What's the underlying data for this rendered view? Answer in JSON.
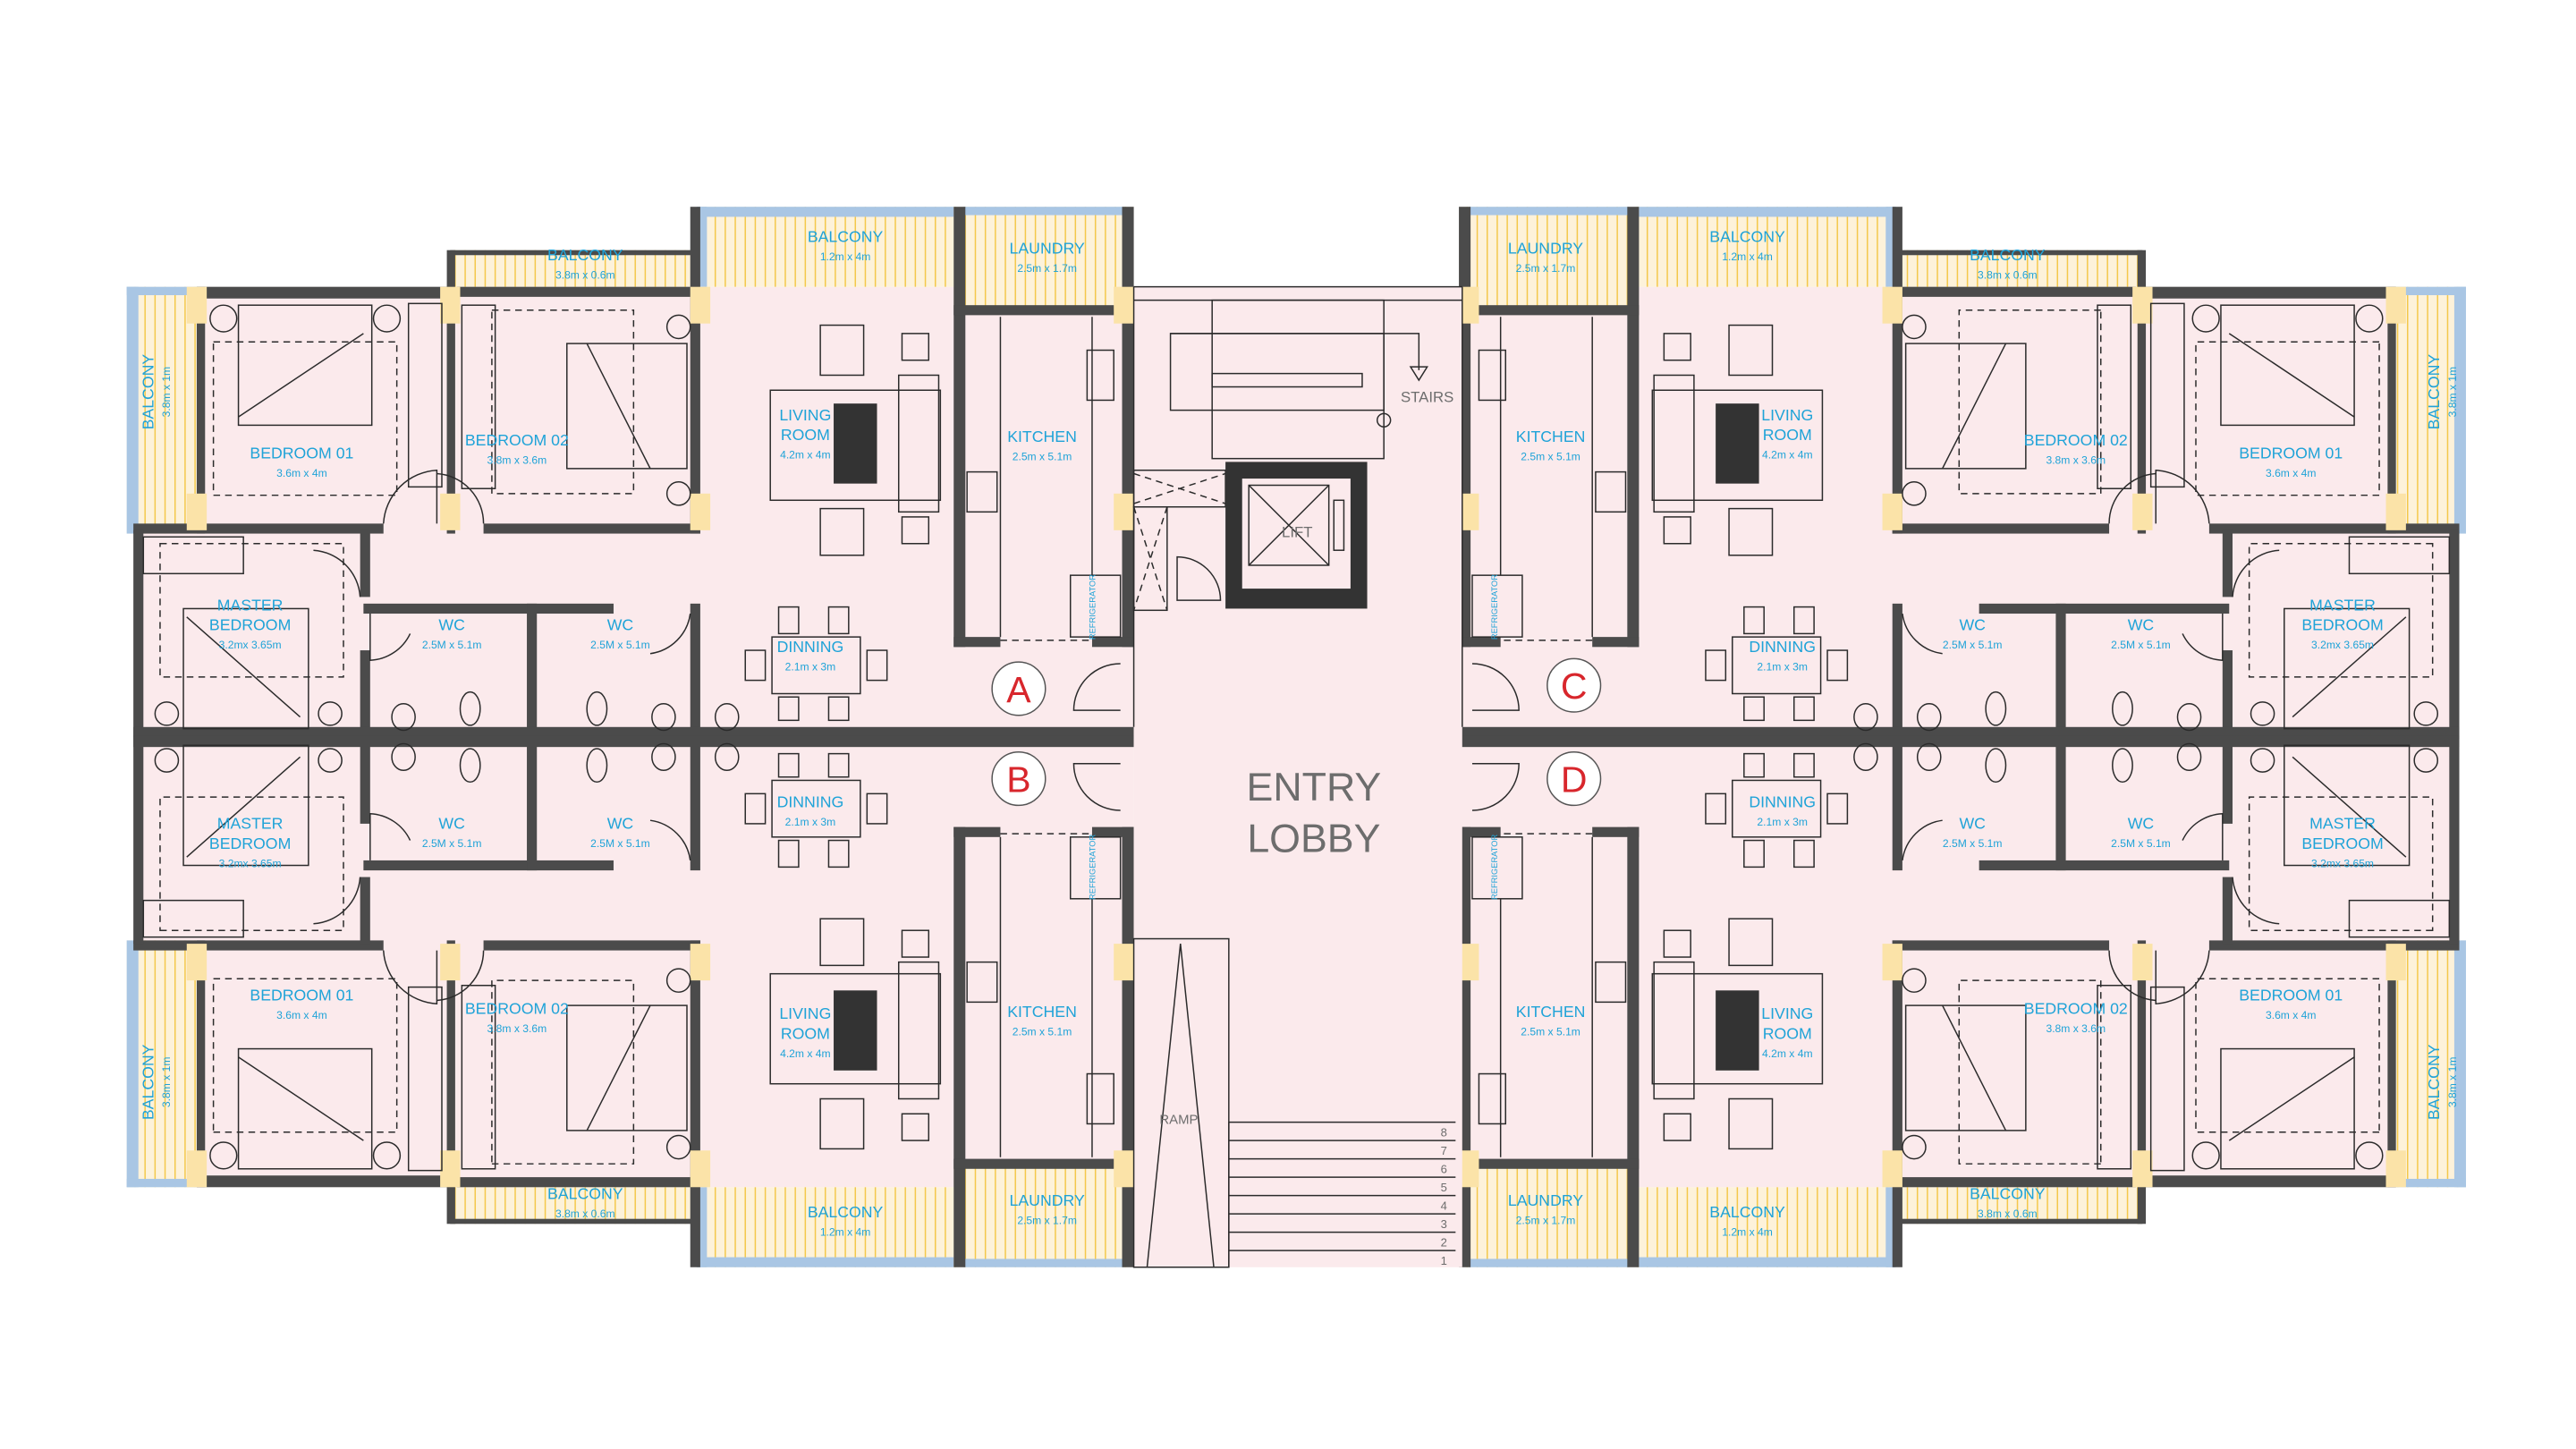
{
  "lobby": {
    "title_line1": "ENTRY",
    "title_line2": "LOBBY",
    "stairs_label": "STAIRS",
    "lift_label": "LIFT",
    "ramp_label": "RAMP",
    "step_numbers": [
      "8",
      "7",
      "6",
      "5",
      "4",
      "3",
      "2",
      "1"
    ]
  },
  "colors": {
    "wall": "#4b4b4b",
    "floor": "#fbeaec",
    "balcony_frame": "#a9c6e4",
    "balcony_stripe": "#f4c84a",
    "label": "#1fa3d8",
    "badge": "#d8262c"
  },
  "apartments": [
    {
      "label": "A",
      "rooms": [
        {
          "key": "balcony_side",
          "lines": [
            "BALCONY"
          ],
          "dim": "3.8m x 1m"
        },
        {
          "key": "bedroom01",
          "lines": [
            "BEDROOM 01"
          ],
          "dim": "3.6m x 4m"
        },
        {
          "key": "balcony_small",
          "lines": [
            "BALCONY"
          ],
          "dim": "3.8m x 0.6m"
        },
        {
          "key": "bedroom02",
          "lines": [
            "BEDROOM 02"
          ],
          "dim": "3.8m x 3.6m"
        },
        {
          "key": "balcony_large",
          "lines": [
            "BALCONY"
          ],
          "dim": "1.2m x 4m"
        },
        {
          "key": "laundry",
          "lines": [
            "LAUNDRY"
          ],
          "dim": "2.5m x 1.7m"
        },
        {
          "key": "living",
          "lines": [
            "LIVING",
            "ROOM"
          ],
          "dim": "4.2m x 4m"
        },
        {
          "key": "kitchen",
          "lines": [
            "KITCHEN"
          ],
          "dim": "2.5m x 5.1m"
        },
        {
          "key": "master",
          "lines": [
            "MASTER",
            "BEDROOM"
          ],
          "dim": "3.2mx 3.65m"
        },
        {
          "key": "wc1",
          "lines": [
            "WC"
          ],
          "dim": "2.5M x 5.1m"
        },
        {
          "key": "wc2",
          "lines": [
            "WC"
          ],
          "dim": "2.5M x 5.1m"
        },
        {
          "key": "dining",
          "lines": [
            "DINNING"
          ],
          "dim": "2.1m x 3m"
        },
        {
          "key": "fridge",
          "lines": [
            "REFRIGERATOR"
          ],
          "dim": ""
        }
      ]
    },
    {
      "label": "B",
      "rooms": [
        {
          "key": "balcony_side",
          "lines": [
            "BALCONY"
          ],
          "dim": "3.8m x 1m"
        },
        {
          "key": "bedroom01",
          "lines": [
            "BEDROOM 01"
          ],
          "dim": "3.6m x 4m"
        },
        {
          "key": "balcony_small",
          "lines": [
            "BALCONY"
          ],
          "dim": "3.8m x 0.6m"
        },
        {
          "key": "bedroom02",
          "lines": [
            "BEDROOM 02"
          ],
          "dim": "3.8m x 3.6m"
        },
        {
          "key": "balcony_large",
          "lines": [
            "BALCONY"
          ],
          "dim": "1.2m x 4m"
        },
        {
          "key": "laundry",
          "lines": [
            "LAUNDRY"
          ],
          "dim": "2.5m x 1.7m"
        },
        {
          "key": "living",
          "lines": [
            "LIVING",
            "ROOM"
          ],
          "dim": "4.2m x 4m"
        },
        {
          "key": "kitchen",
          "lines": [
            "KITCHEN"
          ],
          "dim": "2.5m x 5.1m"
        },
        {
          "key": "master",
          "lines": [
            "MASTER",
            "BEDROOM"
          ],
          "dim": "3.2mx 3.65m"
        },
        {
          "key": "wc1",
          "lines": [
            "WC"
          ],
          "dim": "2.5M x 5.1m"
        },
        {
          "key": "wc2",
          "lines": [
            "WC"
          ],
          "dim": "2.5M x 5.1m"
        },
        {
          "key": "dining",
          "lines": [
            "DINNING"
          ],
          "dim": "2.1m x 3m"
        },
        {
          "key": "fridge",
          "lines": [
            "REFRIGERATOR"
          ],
          "dim": ""
        }
      ]
    },
    {
      "label": "C",
      "rooms": [
        {
          "key": "balcony_side",
          "lines": [
            "BALCONY"
          ],
          "dim": "3.8m x 1m"
        },
        {
          "key": "bedroom01",
          "lines": [
            "BEDROOM 01"
          ],
          "dim": "3.6m x 4m"
        },
        {
          "key": "balcony_small",
          "lines": [
            "BALCONY"
          ],
          "dim": "3.8m x 0.6m"
        },
        {
          "key": "bedroom02",
          "lines": [
            "BEDROOM 02"
          ],
          "dim": "3.8m x 3.6m"
        },
        {
          "key": "balcony_large",
          "lines": [
            "BALCONY"
          ],
          "dim": "1.2m x 4m"
        },
        {
          "key": "laundry",
          "lines": [
            "LAUNDRY"
          ],
          "dim": "2.5m x 1.7m"
        },
        {
          "key": "living",
          "lines": [
            "LIVING",
            "ROOM"
          ],
          "dim": "4.2m x 4m"
        },
        {
          "key": "kitchen",
          "lines": [
            "KITCHEN"
          ],
          "dim": "2.5m x 5.1m"
        },
        {
          "key": "master",
          "lines": [
            "MASTER",
            "BEDROOM"
          ],
          "dim": "3.2mx 3.65m"
        },
        {
          "key": "wc1",
          "lines": [
            "WC"
          ],
          "dim": "2.5M x 5.1m"
        },
        {
          "key": "wc2",
          "lines": [
            "WC"
          ],
          "dim": "2.5M x 5.1m"
        },
        {
          "key": "dining",
          "lines": [
            "DINNING"
          ],
          "dim": "2.1m x 3m"
        },
        {
          "key": "fridge",
          "lines": [
            "REFRIGERATOR"
          ],
          "dim": ""
        }
      ]
    },
    {
      "label": "D",
      "rooms": [
        {
          "key": "balcony_side",
          "lines": [
            "BALCONY"
          ],
          "dim": "3.8m x 1m"
        },
        {
          "key": "bedroom01",
          "lines": [
            "BEDROOM 01"
          ],
          "dim": "3.6m x 4m"
        },
        {
          "key": "balcony_small",
          "lines": [
            "BALCONY"
          ],
          "dim": "3.8m x 0.6m"
        },
        {
          "key": "bedroom02",
          "lines": [
            "BEDROOM 02"
          ],
          "dim": "3.8m x 3.6m"
        },
        {
          "key": "balcony_large",
          "lines": [
            "BALCONY"
          ],
          "dim": "1.2m x 4m"
        },
        {
          "key": "laundry",
          "lines": [
            "LAUNDRY"
          ],
          "dim": "2.5m x 1.7m"
        },
        {
          "key": "living",
          "lines": [
            "LIVING",
            "ROOM"
          ],
          "dim": "4.2m x 4m"
        },
        {
          "key": "kitchen",
          "lines": [
            "KITCHEN"
          ],
          "dim": "2.5m x 5.1m"
        },
        {
          "key": "master",
          "lines": [
            "MASTER",
            "BEDROOM"
          ],
          "dim": "3.2mx 3.65m"
        },
        {
          "key": "wc1",
          "lines": [
            "WC"
          ],
          "dim": "2.5M x 5.1m"
        },
        {
          "key": "wc2",
          "lines": [
            "WC"
          ],
          "dim": "2.5M x 5.1m"
        },
        {
          "key": "dining",
          "lines": [
            "DINNING"
          ],
          "dim": "2.1m x 3m"
        },
        {
          "key": "fridge",
          "lines": [
            "REFRIGERATOR"
          ],
          "dim": ""
        }
      ]
    }
  ]
}
